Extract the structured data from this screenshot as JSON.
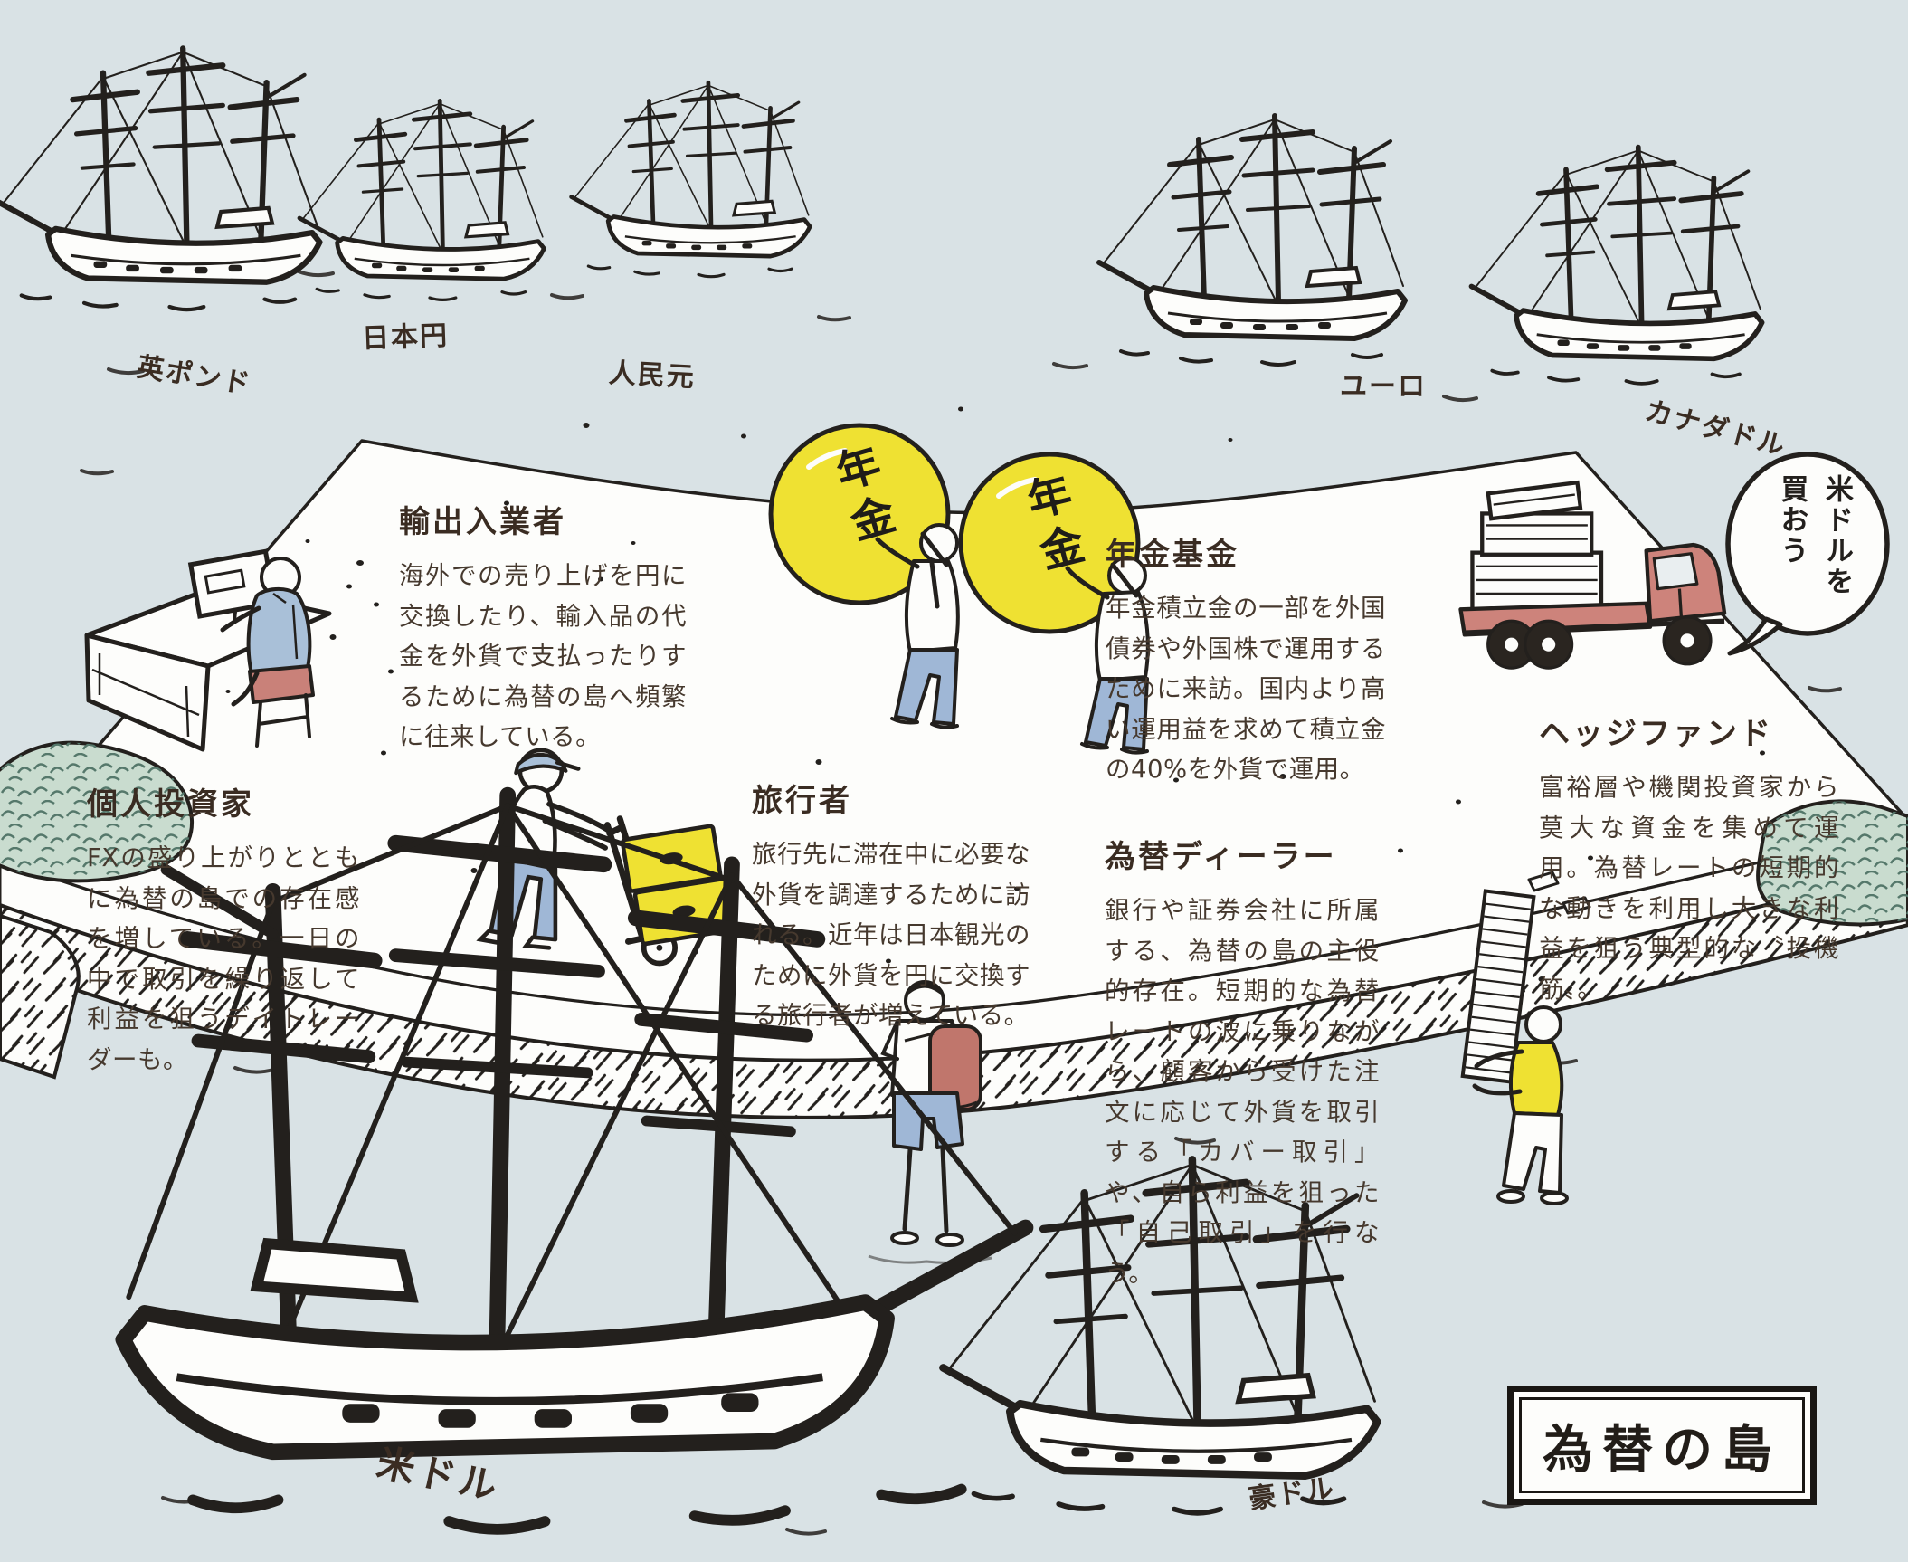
{
  "island_title": {
    "label": "為替の島"
  },
  "bubble": {
    "text": "米ドルを\n買おう"
  },
  "pension": {
    "sack_label": "年金"
  },
  "ships": {
    "top": [
      {
        "name": "英ポンド"
      },
      {
        "name": "日本円"
      },
      {
        "name": "人民元"
      },
      {
        "name": "ユーロ"
      },
      {
        "name": "カナダドル"
      }
    ],
    "bottom": [
      {
        "name": "米ドル"
      },
      {
        "name": "豪ドル"
      }
    ]
  },
  "sections": [
    {
      "id": "importer-exporter",
      "title": "輸出入業者",
      "body": "海外での売り上げを円に交換したり、輸入品の代金を外貨で支払ったりするために為替の島へ頻繁に往来している。"
    },
    {
      "id": "individual-investor",
      "title": "個人投資家",
      "body": "FXの盛り上がりとともに為替の島での存在感を増している。一日の中で取引を繰り返して利益を狙うデイトレーダーも。"
    },
    {
      "id": "pension-fund",
      "title": "年金基金",
      "body": "年金積立金の一部を外国債券や外国株で運用するために来訪。国内より高い運用益を求めて積立金の40%を外貨で運用。"
    },
    {
      "id": "traveler",
      "title": "旅行者",
      "body": "旅行先に滞在中に必要な外貨を調達するために訪れる。近年は日本観光のために外貨を円に交換する旅行者が増えている。"
    },
    {
      "id": "fx-dealer",
      "title": "為替ディーラー",
      "body": "銀行や証券会社に所属する、為替の島の主役的存在。短期的な為替レートの波に乗りながら、顧客から受けた注文に応じて外貨を取引する「カバー取引」や、自ら利益を狙った「自己取引」を行なう。"
    },
    {
      "id": "hedge-fund",
      "title": "ヘッジファンド",
      "body": "富裕層や機関投資家から莫大な資金を集めて運用。為替レートの短期的な動きを利用し大きな利益を狙う典型的な〝投機筋〟。"
    }
  ],
  "palette": {
    "sea": "#d9e2e5",
    "island": "#fdfdfb",
    "ink": "#23201d",
    "heading_text": "#3a2c22",
    "body_text": "#46392e",
    "yellow": "#efe132",
    "shirt_blue": "#a9c0d8",
    "denim_blue": "#9fb7d6",
    "accent_red": "#c98179",
    "truck_red": "#cd837b",
    "hedge_green": "#c9dccf"
  }
}
